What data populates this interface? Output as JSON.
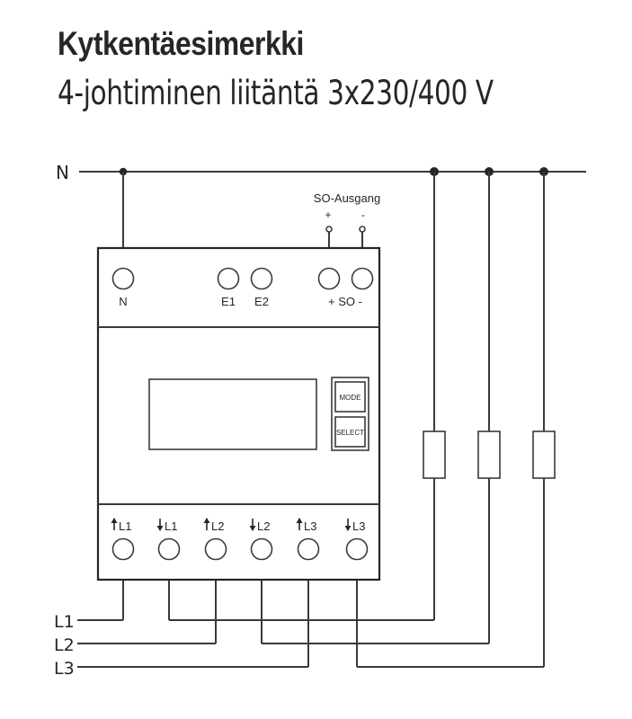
{
  "header": {
    "title": "Kytkentäesimerkki",
    "subtitle": "4-johtiminen liitäntä 3x230/400 V"
  },
  "lines": {
    "neutral": "N",
    "phases": [
      "L1",
      "L2",
      "L3"
    ]
  },
  "so_output": {
    "title": "SO-Ausgang",
    "plus": "+",
    "minus": "-"
  },
  "meter": {
    "top_terminals": [
      {
        "id": "N",
        "label": "N"
      },
      {
        "id": "E1",
        "label": "E1"
      },
      {
        "id": "E2",
        "label": "E2"
      },
      {
        "id": "SO_PLUS",
        "label": ""
      },
      {
        "id": "SO_MINUS",
        "label": ""
      }
    ],
    "so_label": "+ SO -",
    "buttons": {
      "mode": "MODE",
      "select": "SELECT"
    },
    "bottom_terminals": [
      {
        "label": "L1",
        "direction": "in"
      },
      {
        "label": "L1",
        "direction": "out"
      },
      {
        "label": "L2",
        "direction": "in"
      },
      {
        "label": "L2",
        "direction": "out"
      },
      {
        "label": "L3",
        "direction": "in"
      },
      {
        "label": "L3",
        "direction": "out"
      }
    ]
  },
  "loads": [
    {
      "phase": "L1",
      "symbol": "resistor"
    },
    {
      "phase": "L2",
      "symbol": "resistor"
    },
    {
      "phase": "L3",
      "symbol": "resistor"
    }
  ],
  "colors": {
    "ink": "#262626",
    "wire": "#3a3a3a",
    "background": "#ffffff"
  }
}
